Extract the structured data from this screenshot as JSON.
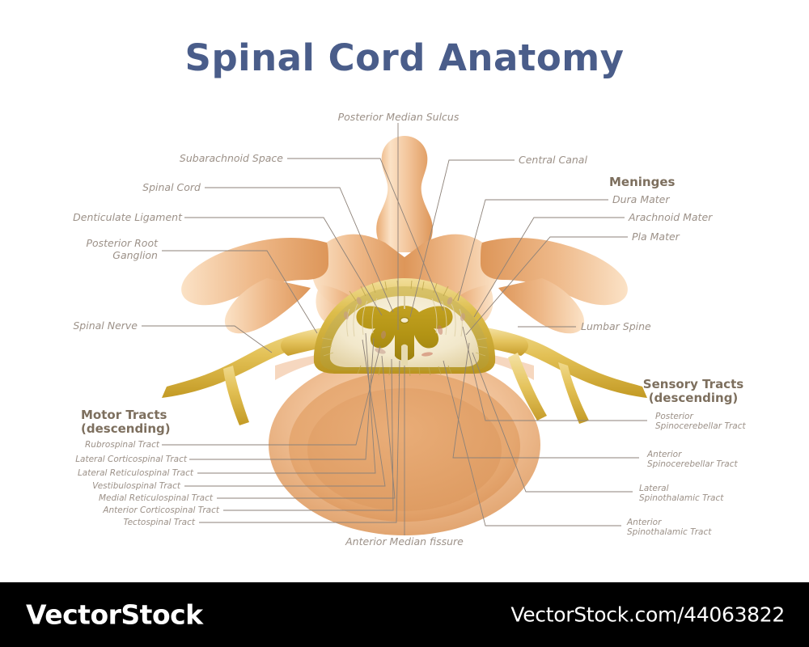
{
  "title": "Spinal Cord Anatomy",
  "theme": {
    "background": "#ffffff",
    "title_color": "#4a5d8a",
    "label_color": "#9c9188",
    "heading_color": "#7d6f5e",
    "leader_color": "#8d8279",
    "bone_light": "#fbe0c4",
    "bone_mid": "#efb98a",
    "bone_dark": "#d98f55",
    "nerve_gold": "#e2bc52",
    "nerve_gold_dark": "#c79a2c",
    "gray_matter": "#b59416",
    "white_matter": "#f3ead0",
    "footer_bg": "#000000",
    "footer_text": "#ffffff"
  },
  "labels": {
    "posterior_median_sulcus": "Posterior Median Sulcus",
    "subarachnoid_space": "Subarachnoid Space",
    "spinal_cord": "Spinal Cord",
    "denticulate_ligament": "Denticulate Ligament",
    "posterior_root_ganglion_l1": "Posterior Root",
    "posterior_root_ganglion_l2": "Ganglion",
    "spinal_nerve": "Spinal Nerve",
    "central_canal": "Central Canal",
    "lumbar_spine": "Lumbar Spine",
    "anterior_median_fissure": "Anterior Median fissure"
  },
  "meninges": {
    "heading": "Meninges",
    "items": [
      {
        "label": "Dura Mater"
      },
      {
        "label": "Arachnoid Mater"
      },
      {
        "label": "Pla Mater"
      }
    ]
  },
  "motor_tracts": {
    "heading_line1": "Motor Tracts",
    "heading_line2": "(descending)",
    "items": [
      {
        "label": "Rubrospinal Tract"
      },
      {
        "label": "Lateral Corticospinal Tract"
      },
      {
        "label": "Lateral Reticulospinal Tract"
      },
      {
        "label": "Vestibulospinal Tract"
      },
      {
        "label": "Medial Reticulospinal Tract"
      },
      {
        "label": "Anterior Corticospinal Tract"
      },
      {
        "label": "Tectospinal Tract"
      }
    ]
  },
  "sensory_tracts": {
    "heading_line1": "Sensory Tracts",
    "heading_line2": "(descending)",
    "items": [
      {
        "line1": "Posterior",
        "line2": "Spinocerebellar Tract"
      },
      {
        "line1": "Anterior",
        "line2": "Spinocerebellar Tract"
      },
      {
        "line1": "Lateral",
        "line2": "Spinothalamic Tract"
      },
      {
        "line1": "Anterior",
        "line2": "Spinothalamic Tract"
      }
    ]
  },
  "footer": {
    "brand": "VectorStock",
    "url": "VectorStock.com/44063822"
  }
}
